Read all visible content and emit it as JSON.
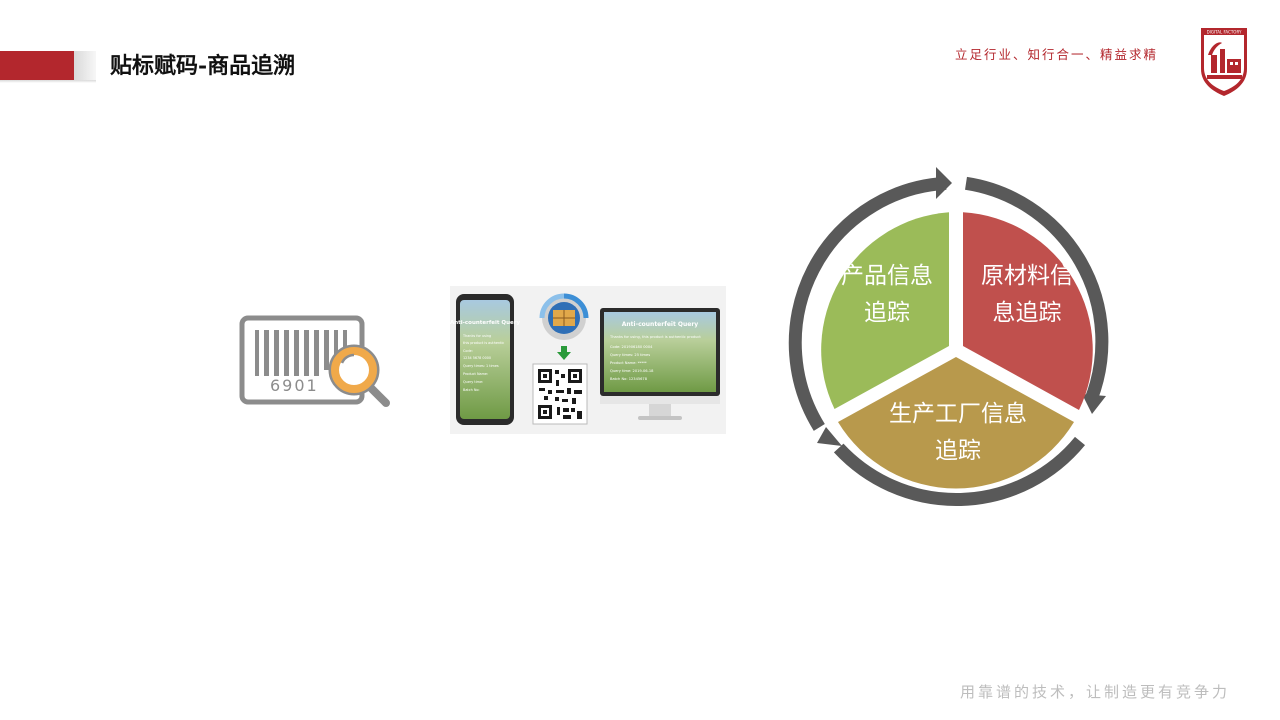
{
  "header": {
    "title": "贴标赋码-商品追溯",
    "slogan": "立足行业、知行合一、精益求精",
    "logo_text": "DIGITAL FACTORY"
  },
  "footer": {
    "tagline": "用靠谱的技术，让制造更有竞争力"
  },
  "barcode_graphic": {
    "number": "6901"
  },
  "query_screens": {
    "title": "Anti-counterfeit Query",
    "phone_lines": [
      "Thanks for using",
      "this product is authentic",
      "Code:",
      "1234 5678 0000",
      "Query times: 1 times",
      "Product Name:",
      "Query time:",
      "Batch No:"
    ],
    "monitor_lines": [
      "Thanks for using, this product is authentic product",
      "Code: 201906180 0004",
      "Query times: 25 times",
      "Product Name: *****",
      "Query time: 2019-06-18",
      "Batch No: 12345678"
    ]
  },
  "cycle": {
    "segments": [
      {
        "line1": "产品信息",
        "line2": "追踪",
        "color": "#9bbb59"
      },
      {
        "line1": "原材料信",
        "line2": "息追踪",
        "color": "#c0504d"
      },
      {
        "line1": "生产工厂信息",
        "line2": "追踪",
        "color": "#b8994c"
      }
    ],
    "ring_color": "#595959"
  }
}
